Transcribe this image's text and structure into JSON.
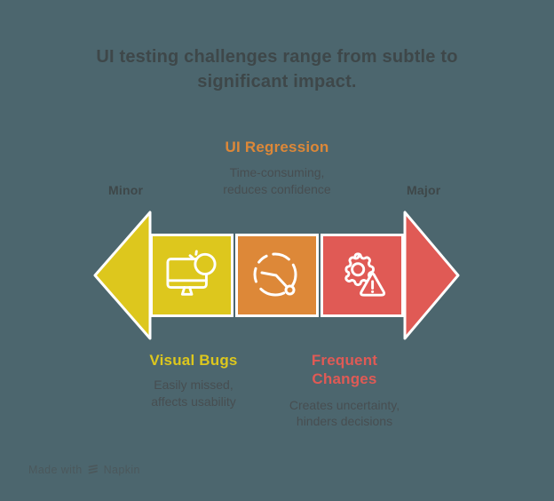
{
  "title": "UI testing challenges range from subtle to significant impact.",
  "scale": {
    "min": "Minor",
    "max": "Major"
  },
  "challenges": [
    {
      "label": "Visual Bugs",
      "description": "Easily missed,\naffects usability",
      "icon": "monitor-bug-icon",
      "color": "#ddc71d"
    },
    {
      "label": "UI Regression",
      "description": "Time-consuming,\nreduces confidence",
      "icon": "timer-gauge-icon",
      "color": "#dd8838"
    },
    {
      "label": "Frequent\nChanges",
      "description": "Creates uncertainty,\nhinders decisions",
      "icon": "gear-warning-icon",
      "color": "#e05a55"
    }
  ],
  "footer": {
    "text_prefix": "Made with",
    "brand": "Napkin",
    "logo_icon": "napkin-logo-icon"
  },
  "colors": {
    "background": "#4c666e",
    "ink": "#3e4749",
    "muted": "#474e51",
    "yellow": "#ddc71d",
    "orange": "#dd8838",
    "red": "#e05a55",
    "stroke_white": "#ffffff",
    "footer": "#4b585c"
  }
}
